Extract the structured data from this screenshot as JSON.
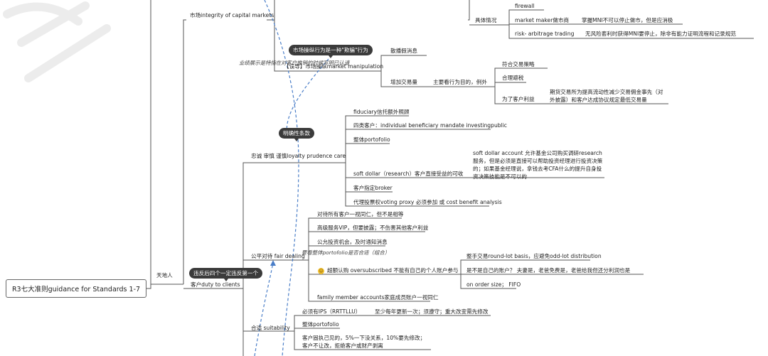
{
  "root": "R3七大准则guidance for Standards 1-7",
  "n_tiandiren": "天地人",
  "n_market_integrity": "市场integrity of capital markets",
  "n_situations": "具体情况",
  "n_firewall": "firewall",
  "n_mm": "market maker做市商",
  "n_mm_note": "掌握MNI不可以停止做市，但是应消极",
  "n_risk_arb": "risk- arbitrage   trading",
  "n_risk_arb_note": "无风险套利时获得MNI要停止，除非有能力证明流程和记录规范",
  "n_manip": "【误导】市场操纵market manipulation",
  "n_rumor": "散播假消息",
  "n_increase_vol": "增加交易量",
  "n_mainly_purpose": "主要看行为目的，例外",
  "n_tax": "符合交易策略",
  "n_legal_avoid": "合理避税",
  "n_for_client": "为了客户利益",
  "n_for_client_note": "期货交易所为提高流动性减少交易佣金事先（对外披露）和客户达成协议规定最低交易量",
  "n_duty": "客户duty to clients",
  "n_loyalty": "忠诚 审慎 谨慎loyalty prudence care",
  "n_fiduciary": "fiduciary信托额外照顾",
  "n_four_types": "四类客户：individual beneficiary mandate investingpublic",
  "n_whole_port1": "整体portofolio",
  "n_soft_dollar": "soft dollar（research）客户直接受益的可收",
  "n_soft_dollar_note": "soft dollar account 允许基金公司购买调研research服务，但是必须是直接可以帮助投资经理进行投资决策的；如果基金经理说，拿钱去考CFA什么的提升自身投资决策技能是不可以的",
  "n_broker": "客户指定broker",
  "n_proxy": "代理投票权voting proxy 必须参加 或 cost benefit analysis",
  "n_fair": "公平对待 fair dealing",
  "n_treat_all": "对待所有客户一视同仁，但不是相等",
  "n_vip": "高级服务VIP，但要披露；不伤害其他客户利益",
  "n_publish": "公允投资机会，及时通知消息",
  "n_oversub": "超额认购 oversubscribed 不能有自己的个人账户参与",
  "n_round_lot": "整手交易round-lot basis，应避免odd-lot distribution",
  "n_own_account": "是不是自己的账户？ 夫妻是，老爸免费是，老爸给我但还分利润也是",
  "n_order_size": "on order size； FIFO",
  "n_family": "family member accounts家庭成员账户一视同仁",
  "n_suit": "合适 suitability",
  "n_ips": "必须有IPS（RRTTLLU）",
  "n_ips_note": "至少每年更新一次；须遵守；重大改变需先修改",
  "n_whole_port2": "整体portofolio",
  "n_client_insist": "客户固执己见的，5%一下没关系，10%要先修改；客户不让改，拒绝客户或财产剥离",
  "b_manip": "市场操纵行为是一种\"欺骗\"行为",
  "b_loyalty": "明确性条款",
  "b_violate": "违反后四个一定违反第一个",
  "note_perform": "业绩展示是特指在对客户推销的时候写明已认请",
  "note_suit": "要看整体portofolio是否合适（组合）"
}
